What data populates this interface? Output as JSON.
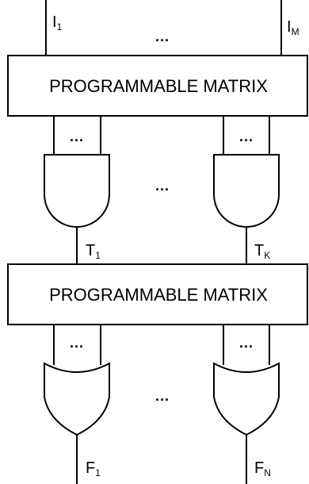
{
  "inputs": [
    {
      "main": "I",
      "sub": "1"
    },
    {
      "main": "I",
      "sub": "M"
    }
  ],
  "matrix_top": {
    "label": "PROGRAMMABLE MATRIX"
  },
  "matrix_bottom": {
    "label": "PROGRAMMABLE MATRIX"
  },
  "terms": [
    {
      "main": "T",
      "sub": "1"
    },
    {
      "main": "T",
      "sub": "K"
    }
  ],
  "outputs": [
    {
      "main": "F",
      "sub": "1"
    },
    {
      "main": "F",
      "sub": "N"
    }
  ],
  "ellipsis": "...",
  "colors": {
    "stroke": "#000000",
    "background": "#ffffff"
  }
}
